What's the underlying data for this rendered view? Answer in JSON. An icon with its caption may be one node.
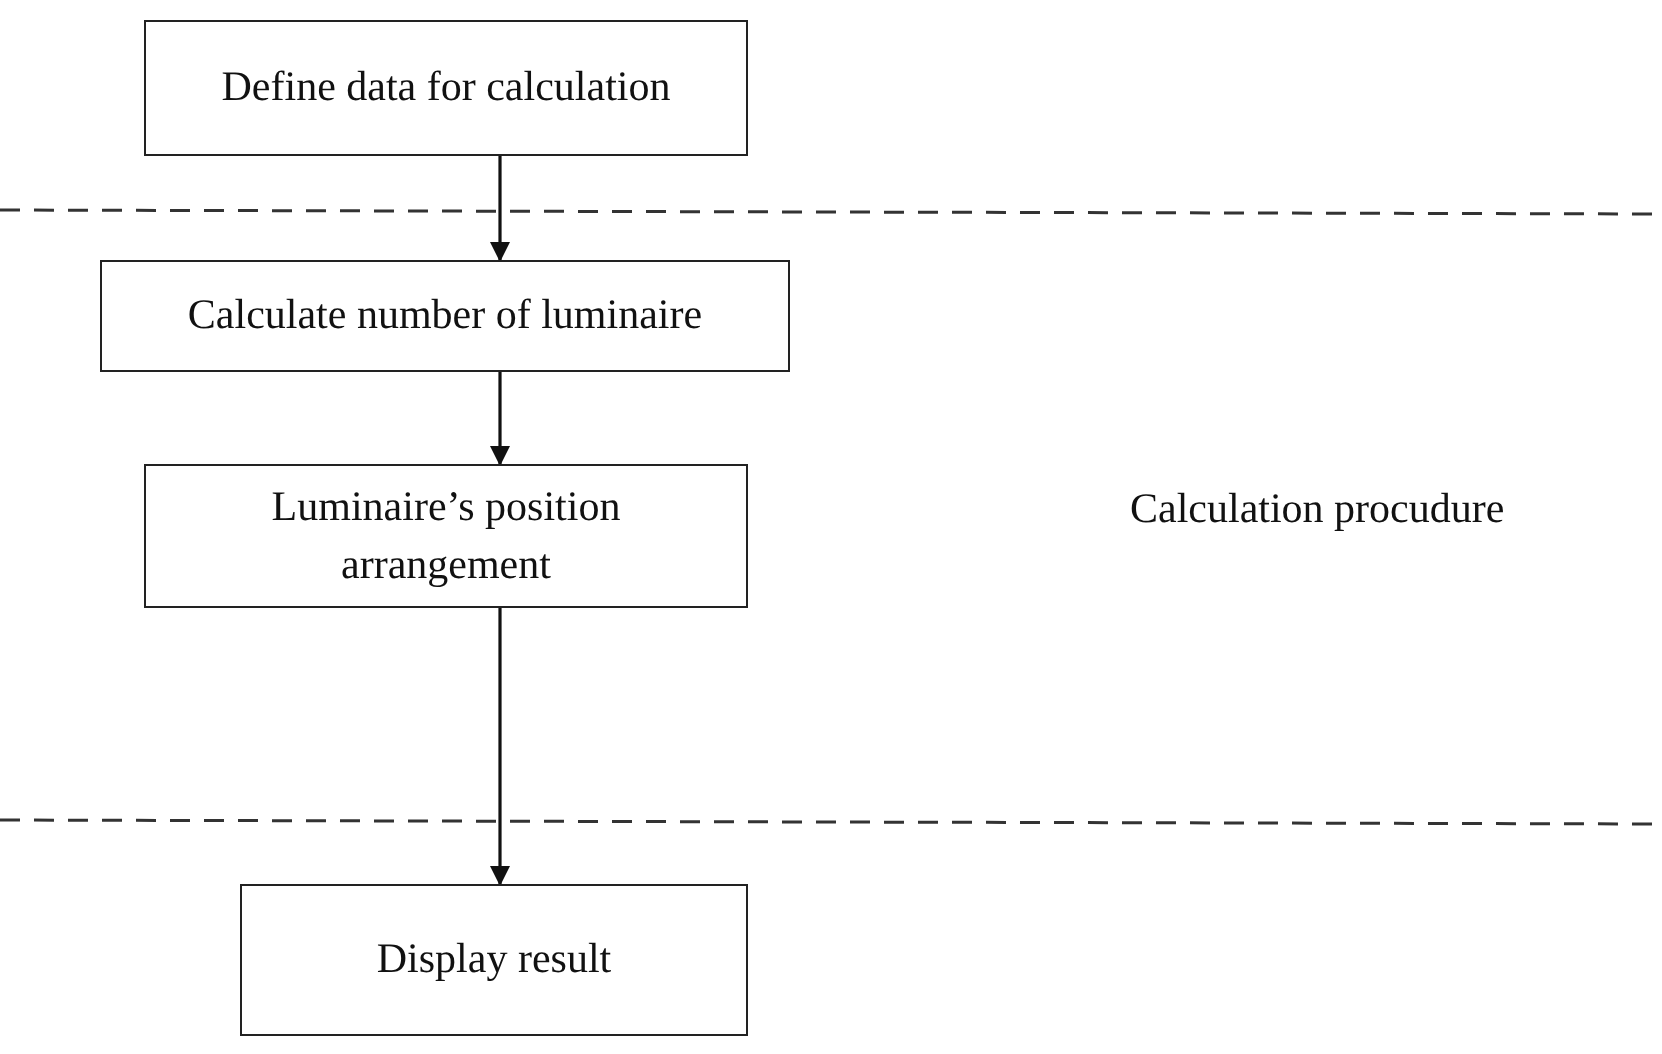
{
  "diagram": {
    "nodes": [
      {
        "text": [
          "Define data for calculation"
        ]
      },
      {
        "text": [
          "Calculate number of luminaire"
        ]
      },
      {
        "text": [
          "Luminaire’s position arrangement"
        ]
      },
      {
        "text": [
          "Display result"
        ]
      }
    ],
    "edges": [
      {
        "from": 0,
        "to": 1,
        "arrow": "to"
      },
      {
        "from": 1,
        "to": 2,
        "arrow": "to"
      },
      {
        "from": 2,
        "to": 3,
        "arrow": "to"
      }
    ],
    "labels": [
      "Calculation procudure"
    ]
  }
}
